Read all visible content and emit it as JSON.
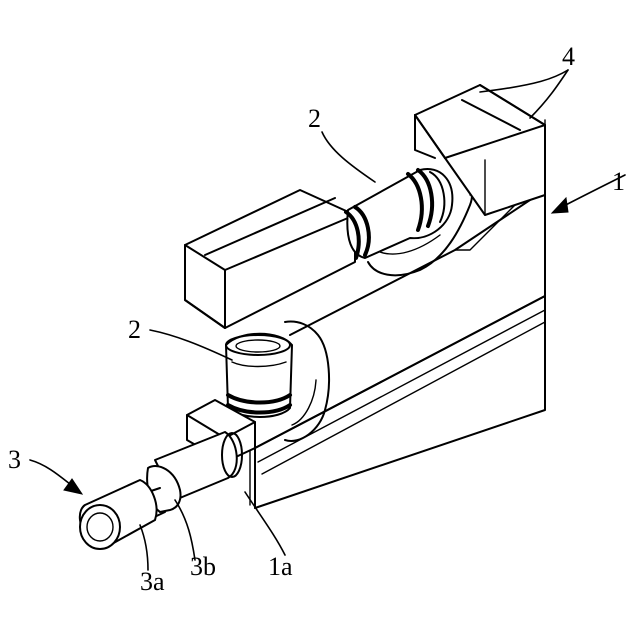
{
  "labels": {
    "body": "1",
    "body_end": "1a",
    "roller_upper": "2",
    "roller_lower": "2",
    "shaft": "3",
    "shaft_tip": "3a",
    "shaft_step": "3b",
    "blocks": "4"
  }
}
